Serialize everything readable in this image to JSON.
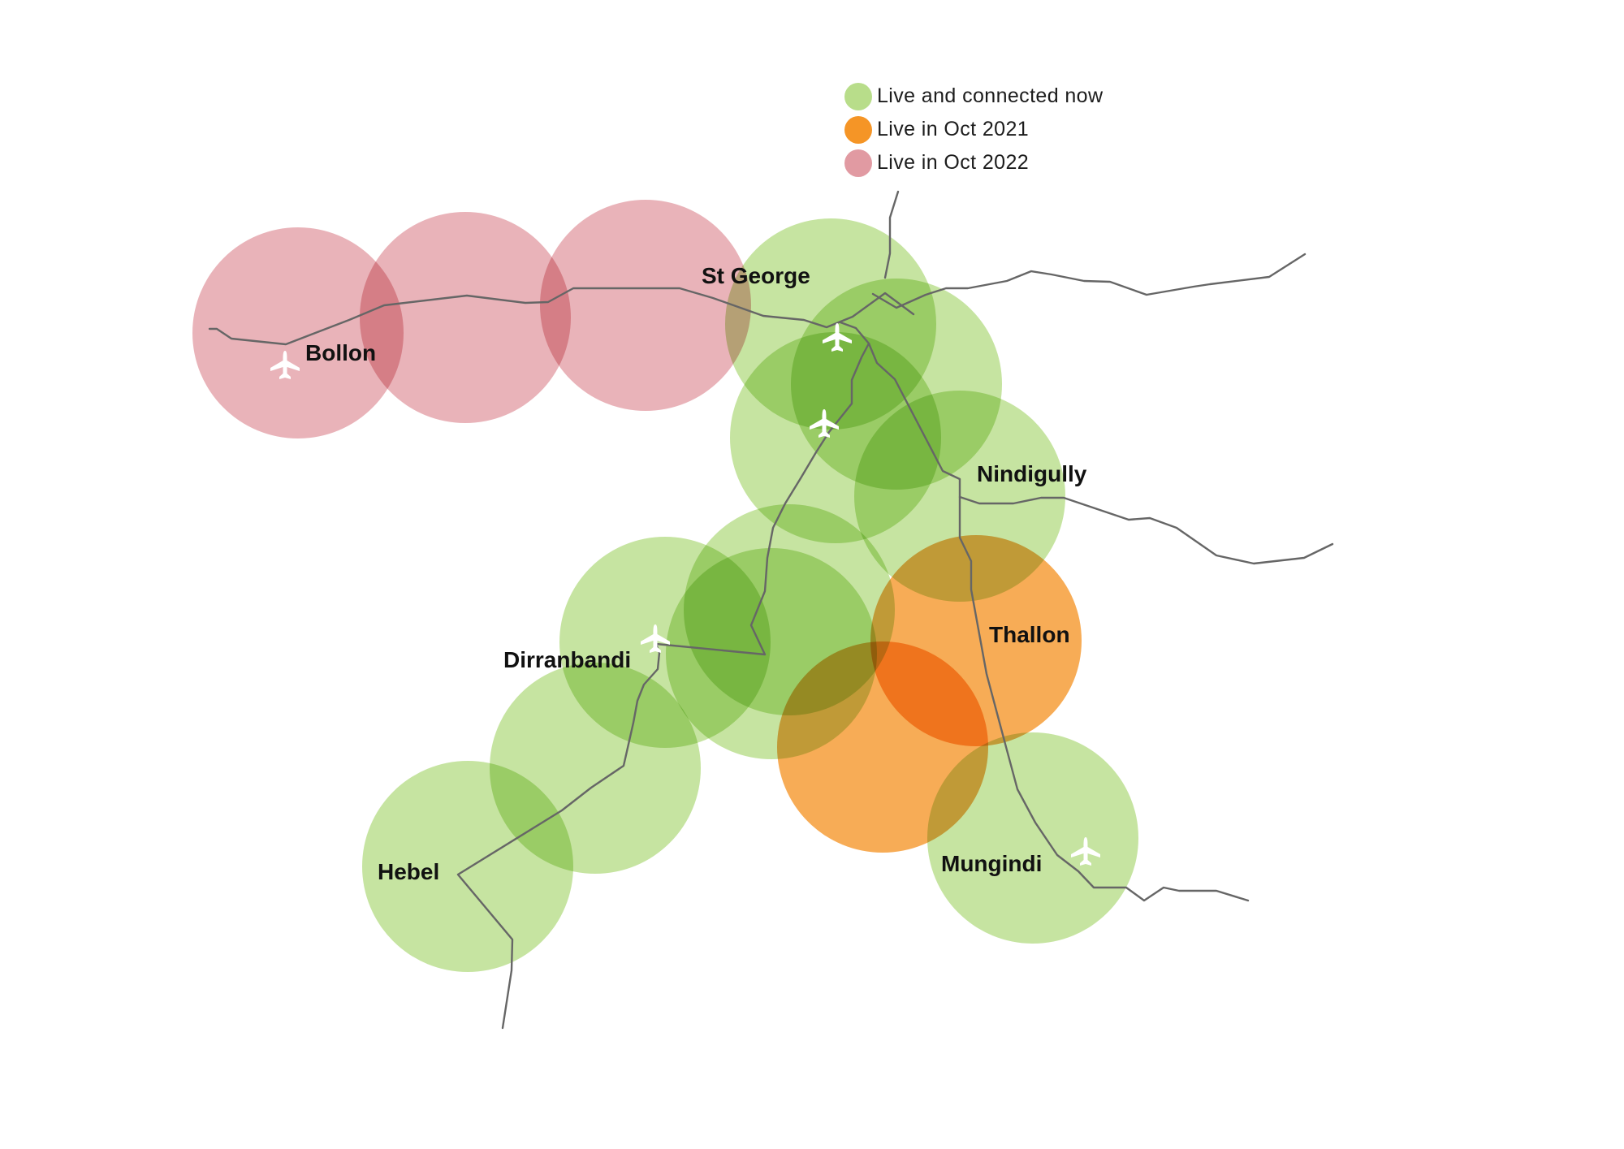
{
  "colors": {
    "live_now": "#b8dd8a",
    "oct_2021": "#f59526",
    "oct_2022": "#e19aa2",
    "road": "#666666",
    "airport": "#ffffff"
  },
  "legend": [
    {
      "label": "Live and connected now",
      "status": "live_now"
    },
    {
      "label": "Live in Oct 2021",
      "status": "oct_2021"
    },
    {
      "label": "Live in Oct 2022",
      "status": "oct_2022"
    }
  ],
  "towns": [
    {
      "key": "bollon",
      "name": "Bollon"
    },
    {
      "key": "st_george",
      "name": "St George"
    },
    {
      "key": "nindigully",
      "name": "Nindigully"
    },
    {
      "key": "thallon",
      "name": "Thallon"
    },
    {
      "key": "dirranbandi",
      "name": "Dirranbandi"
    },
    {
      "key": "hebel",
      "name": "Hebel"
    },
    {
      "key": "mungindi",
      "name": "Mungindi"
    }
  ],
  "coverage_areas": [
    {
      "status": "oct_2022"
    },
    {
      "status": "oct_2022"
    },
    {
      "status": "oct_2022"
    },
    {
      "status": "live_now"
    },
    {
      "status": "live_now"
    },
    {
      "status": "live_now"
    },
    {
      "status": "live_now"
    },
    {
      "status": "live_now"
    },
    {
      "status": "live_now"
    },
    {
      "status": "live_now"
    },
    {
      "status": "live_now"
    },
    {
      "status": "live_now"
    },
    {
      "status": "live_now"
    },
    {
      "status": "oct_2021"
    },
    {
      "status": "oct_2021"
    }
  ],
  "airport_icon": "airplane-icon",
  "airport_count": 5
}
